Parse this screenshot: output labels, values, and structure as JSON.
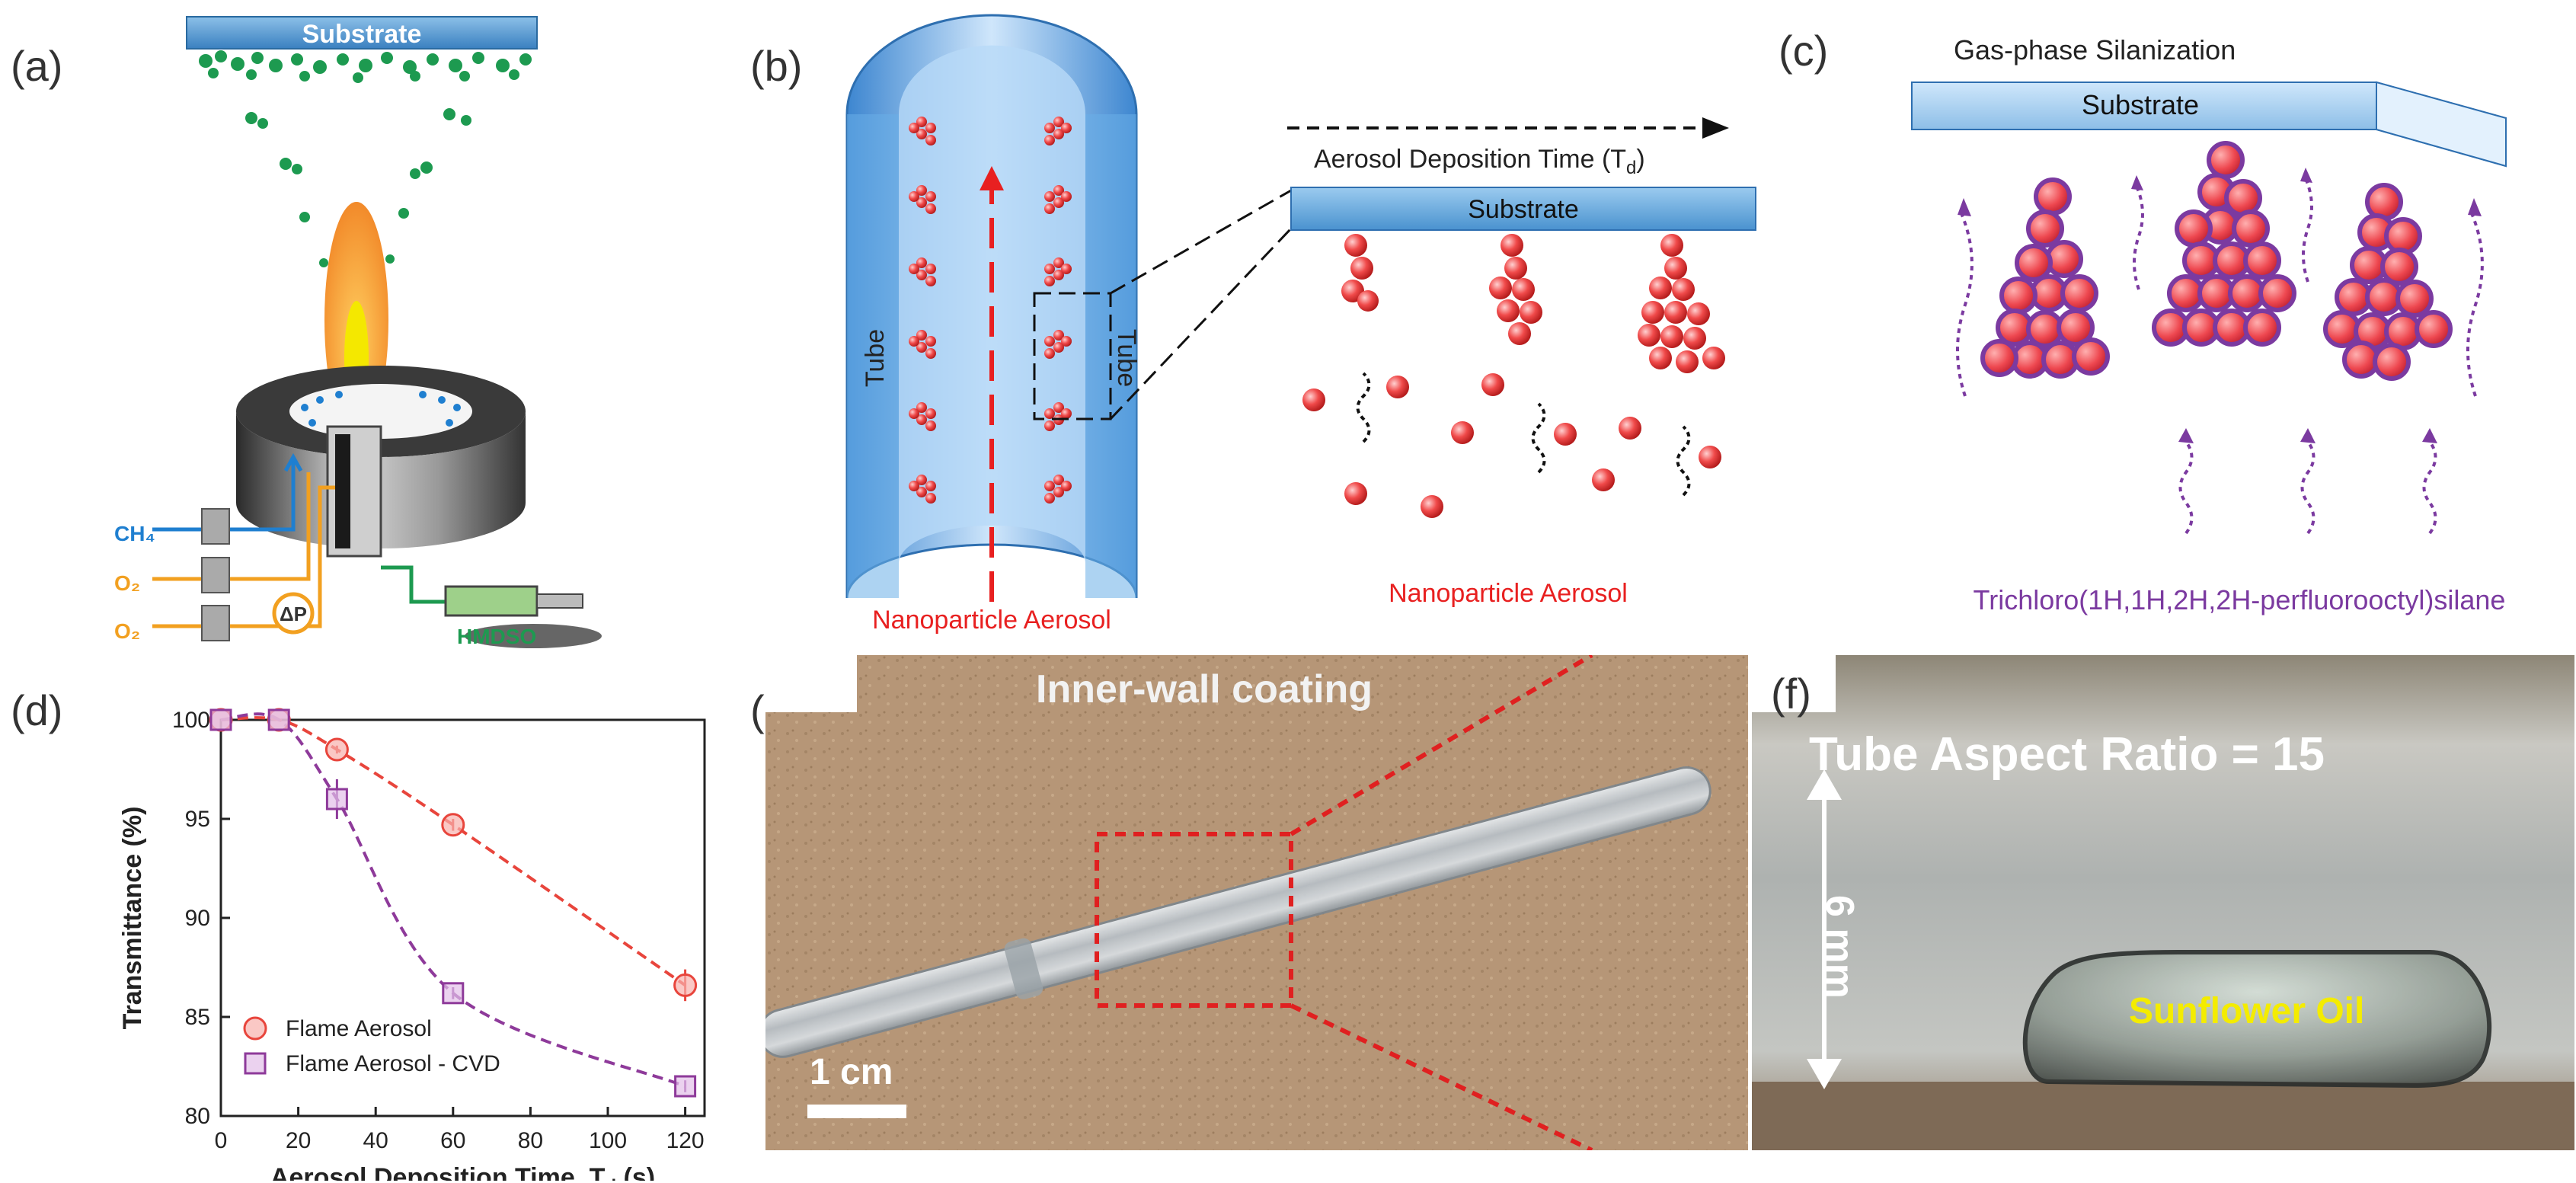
{
  "labels": {
    "a": "(a)",
    "b": "(b)",
    "c": "(c)",
    "d": "(d)",
    "e": "(e)",
    "f": "(f)"
  },
  "panel_a": {
    "substrate": "Substrate",
    "ch4": "CH₄",
    "o2_top": "O₂",
    "o2_bottom": "O₂",
    "dp": "ΔP",
    "hmdso": "HMDSO",
    "colors": {
      "substrate": "#4a90c8",
      "particles": "#1d9a50",
      "flame": "#f59a3a",
      "flame_core": "#f4e800",
      "ch4": "#1f7fd0",
      "o2": "#f2a020",
      "hmdso": "#1d9a50"
    }
  },
  "panel_b": {
    "tube_left": "Tube",
    "tube_right": "Tube",
    "aerosol": "Nanoparticle Aerosol",
    "time_axis": "Aerosol Deposition Time (T",
    "time_sub": "d",
    "time_close": ")",
    "substrate": "Substrate",
    "aerosol_right": "Nanoparticle Aerosol",
    "colors": {
      "tube": "#5aa7e8",
      "particle": "#e84a4a",
      "arrow": "#e82020"
    }
  },
  "panel_c": {
    "title": "Gas-phase Silanization",
    "substrate": "Substrate",
    "silane": "Trichloro(1H,1H,2H,2H-perfluorooctyl)silane",
    "colors": {
      "silane": "#7b3aa0",
      "particle": "#e84a4a"
    }
  },
  "panel_d": {
    "chart_data": {
      "type": "scatter",
      "xlabel": "Aerosol Deposition Time, T",
      "xlabel_sub": "d",
      "xlabel_unit": " (s)",
      "ylabel": "Transmittance (%)",
      "xlim": [
        0,
        125
      ],
      "ylim": [
        80,
        100
      ],
      "xticks": [
        0,
        20,
        40,
        60,
        80,
        100,
        120
      ],
      "yticks": [
        80,
        85,
        90,
        95,
        100
      ],
      "legend_position": "bottom-left",
      "series": [
        {
          "name": "Flame Aerosol",
          "marker": "circle",
          "color": "#e8453c",
          "x": [
            0,
            15,
            30,
            60,
            120
          ],
          "y": [
            100,
            100,
            98.5,
            94.7,
            86.6
          ],
          "err": [
            0,
            0,
            0.2,
            0.3,
            0.8
          ]
        },
        {
          "name": "Flame Aerosol - CVD",
          "marker": "square",
          "color": "#8e3a9a",
          "x": [
            0,
            15,
            30,
            60,
            120
          ],
          "y": [
            100,
            100,
            96,
            86.2,
            81.5
          ],
          "err": [
            0,
            0,
            1.0,
            0.3,
            0.3
          ]
        }
      ]
    }
  },
  "panel_e": {
    "title": "Inner-wall coating",
    "scale": "1 cm"
  },
  "panel_f": {
    "title": "Tube Aspect Ratio = 15",
    "dimension": "6 mm",
    "oil": "Sunflower Oil"
  }
}
